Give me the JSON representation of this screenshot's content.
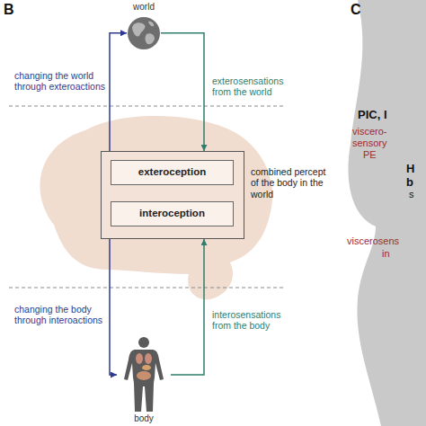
{
  "diagram": {
    "nodes": [
      {
        "text": [
          "world"
        ]
      },
      {
        "text": [
          "combined percept of the body in the world"
        ]
      },
      {
        "text": [
          "exteroception"
        ],
        "in": 1
      },
      {
        "text": [
          "interoception"
        ],
        "in": 1
      },
      {
        "text": [
          "body"
        ]
      }
    ],
    "edges": [
      {
        "from": 1,
        "to": 0,
        "arrow": "to",
        "label": "changing the world through exteroactions"
      },
      {
        "from": 0,
        "to": 1,
        "arrow": "to",
        "label": "exterosensations from the world"
      },
      {
        "from": 1,
        "to": 4,
        "arrow": "to",
        "label": "changing the body through interoactions"
      },
      {
        "from": 4,
        "to": 1,
        "arrow": "to",
        "label": "interosensations from the body"
      }
    ],
    "labels": [
      "B",
      "C",
      "PIC, I",
      "viscero-",
      "sensory",
      "PE",
      "H",
      "b",
      "s",
      "viscerosens",
      "in"
    ]
  }
}
